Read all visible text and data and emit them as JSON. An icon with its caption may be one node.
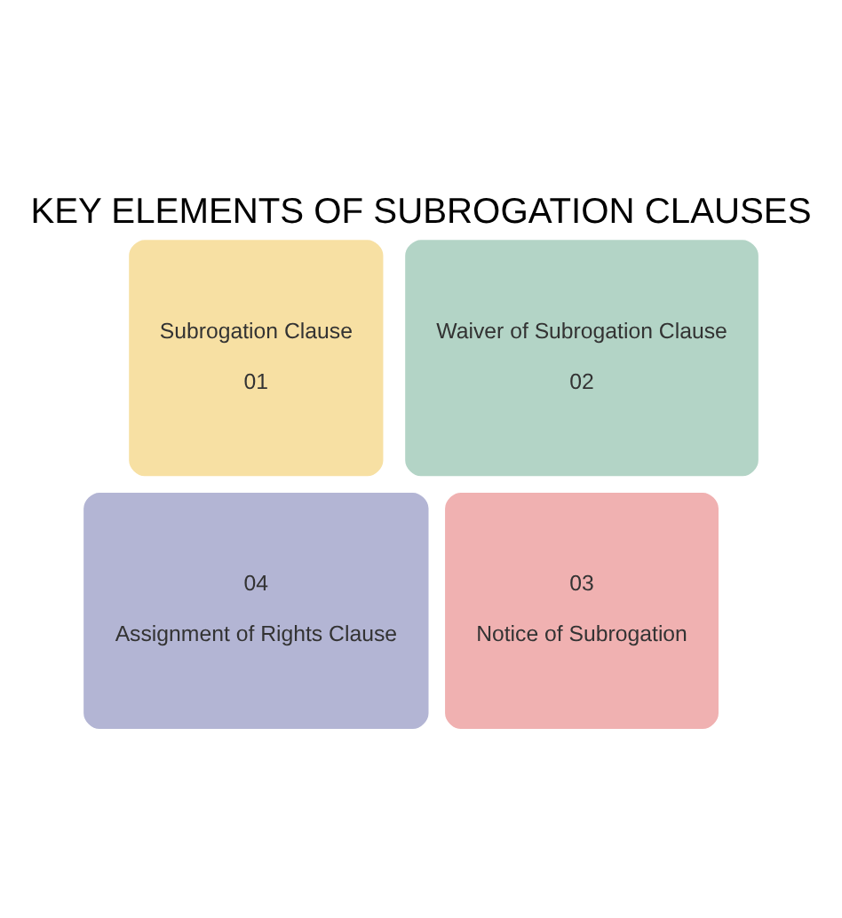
{
  "diagram": {
    "title": "KEY ELEMENTS OF SUBROGATION CLAUSES",
    "nodes": [
      {
        "text": [
          "Subrogation Clause",
          "01"
        ]
      },
      {
        "text": [
          "Waiver of Subrogation Clause",
          "02"
        ]
      },
      {
        "text": [
          "04",
          "Assignment of Rights Clause"
        ]
      },
      {
        "text": [
          "03",
          "Notice of Subrogation"
        ]
      }
    ]
  }
}
